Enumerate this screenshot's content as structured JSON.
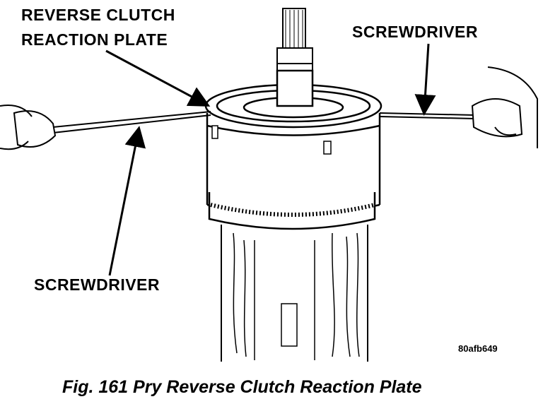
{
  "labels": {
    "reaction_plate_line1": "REVERSE CLUTCH",
    "reaction_plate_line2": "REACTION PLATE",
    "screwdriver_right": "SCREWDRIVER",
    "screwdriver_left": "SCREWDRIVER"
  },
  "figure_code": "80afb649",
  "caption": "Fig. 161 Pry Reverse Clutch Reaction Plate"
}
